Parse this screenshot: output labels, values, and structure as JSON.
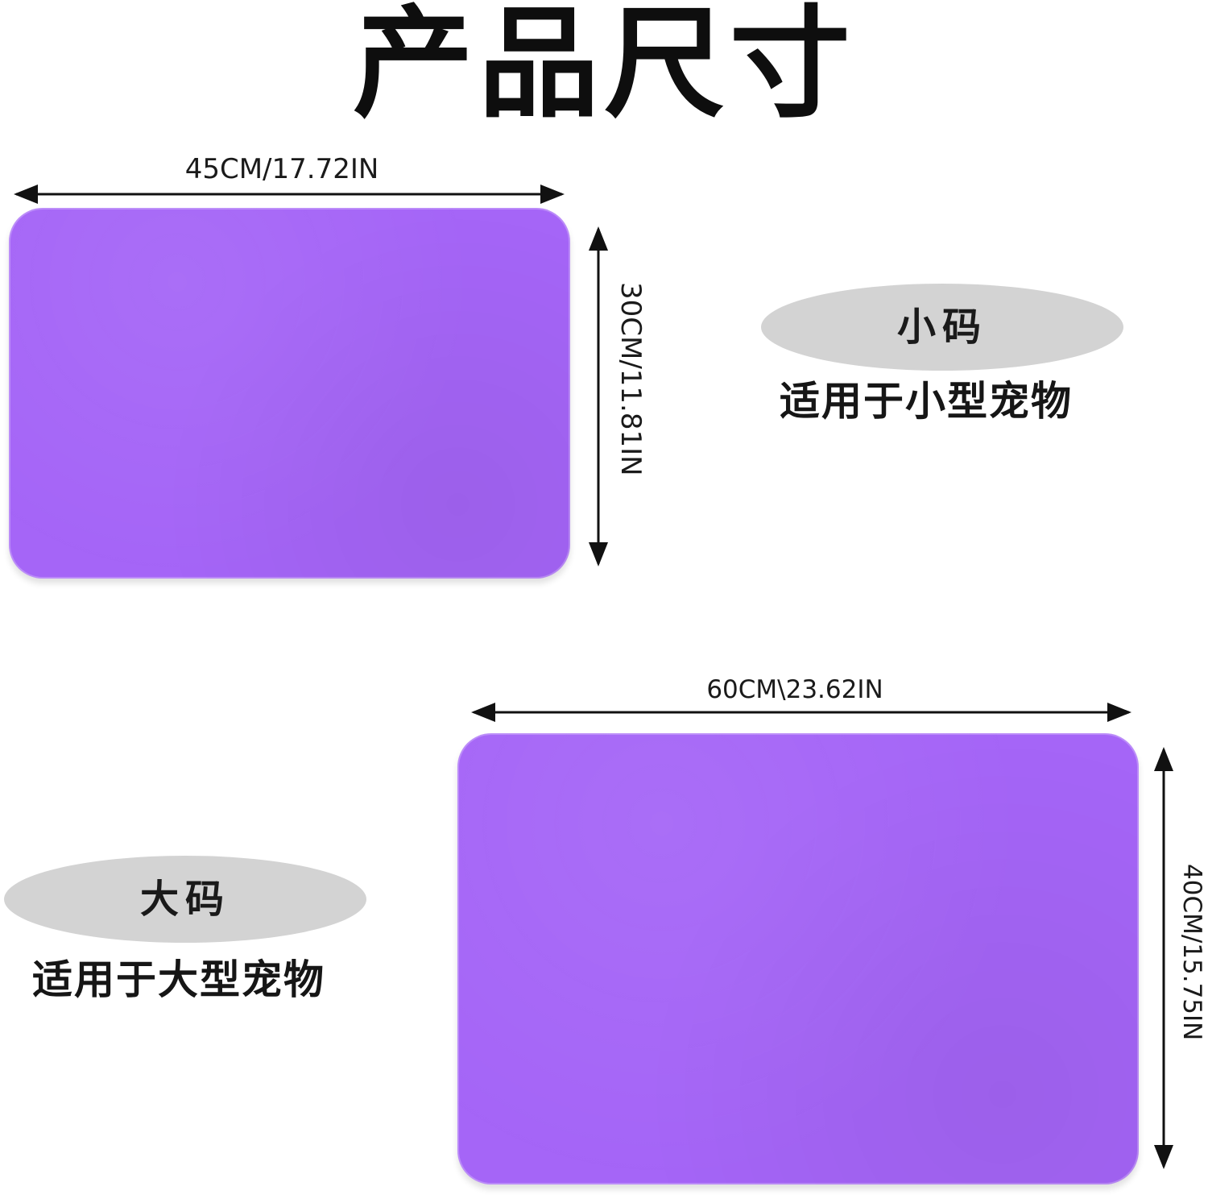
{
  "title": "产品尺寸",
  "small": {
    "width_label": "45CM/17.72IN",
    "height_label": "30CM/11.81IN",
    "size_name": "小码",
    "description": "适用于小型宠物"
  },
  "large": {
    "width_label": "60CM\\23.62IN",
    "height_label": "40CM/15.75IN",
    "size_name": "大码",
    "description": "适用于大型宠物"
  },
  "colors": {
    "mat": "#a565f7",
    "badge": "#d3d3d3",
    "text": "#111111"
  }
}
